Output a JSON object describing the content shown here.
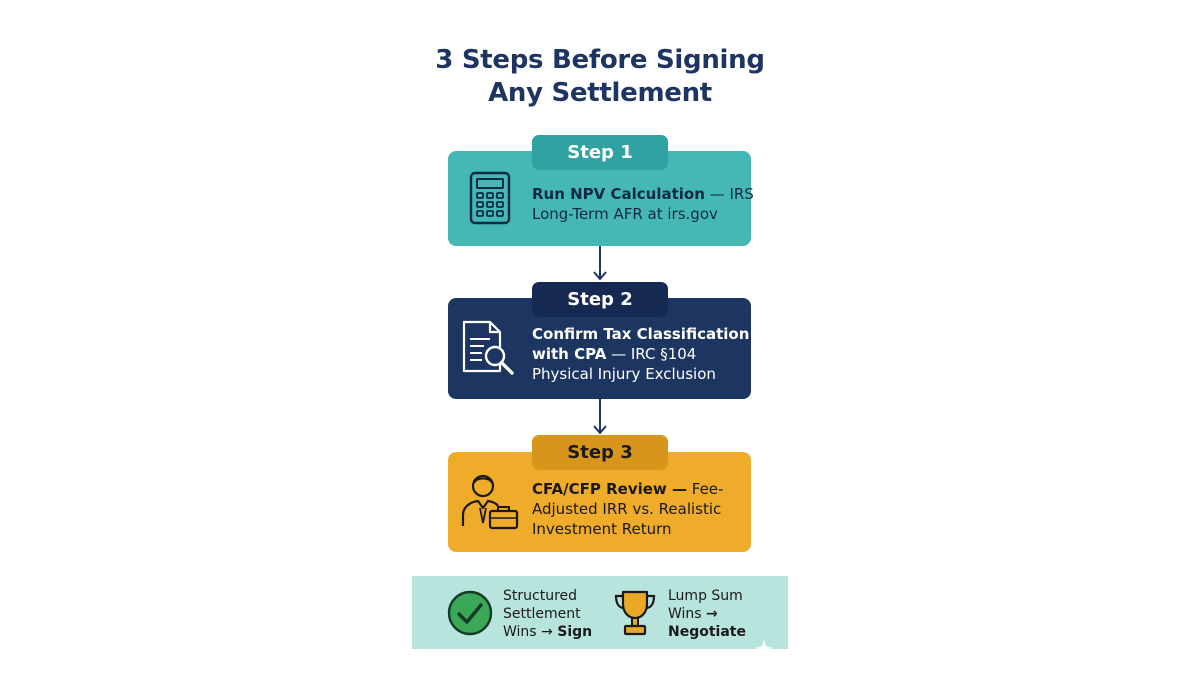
{
  "title": {
    "line1": "3 Steps Before Signing",
    "line2": "Any Settlement"
  },
  "steps": [
    {
      "badge": "Step 1",
      "icon": "calculator-icon",
      "bold": "Run NPV Calculation",
      "text": " — IRS Long-Term AFR at irs.gov",
      "color": "#45b8b5"
    },
    {
      "badge": "Step 2",
      "icon": "document-search-icon",
      "bold": "Confirm Tax Classification with CPA",
      "text": " — IRC §104 Physical Injury Exclusion",
      "color": "#1d3561"
    },
    {
      "badge": "Step 3",
      "icon": "advisor-briefcase-icon",
      "bold": "CFA/CFP Review —",
      "text": " Fee-Adjusted IRR vs. Realistic Investment Return",
      "color": "#efab2a"
    }
  ],
  "outcomes": [
    {
      "icon": "check-circle-icon",
      "text": "Structured Settlement Wins → ",
      "bold": "Sign"
    },
    {
      "icon": "trophy-icon",
      "text": "Lump Sum Wins ",
      "bold": "→ Negotiate"
    }
  ]
}
